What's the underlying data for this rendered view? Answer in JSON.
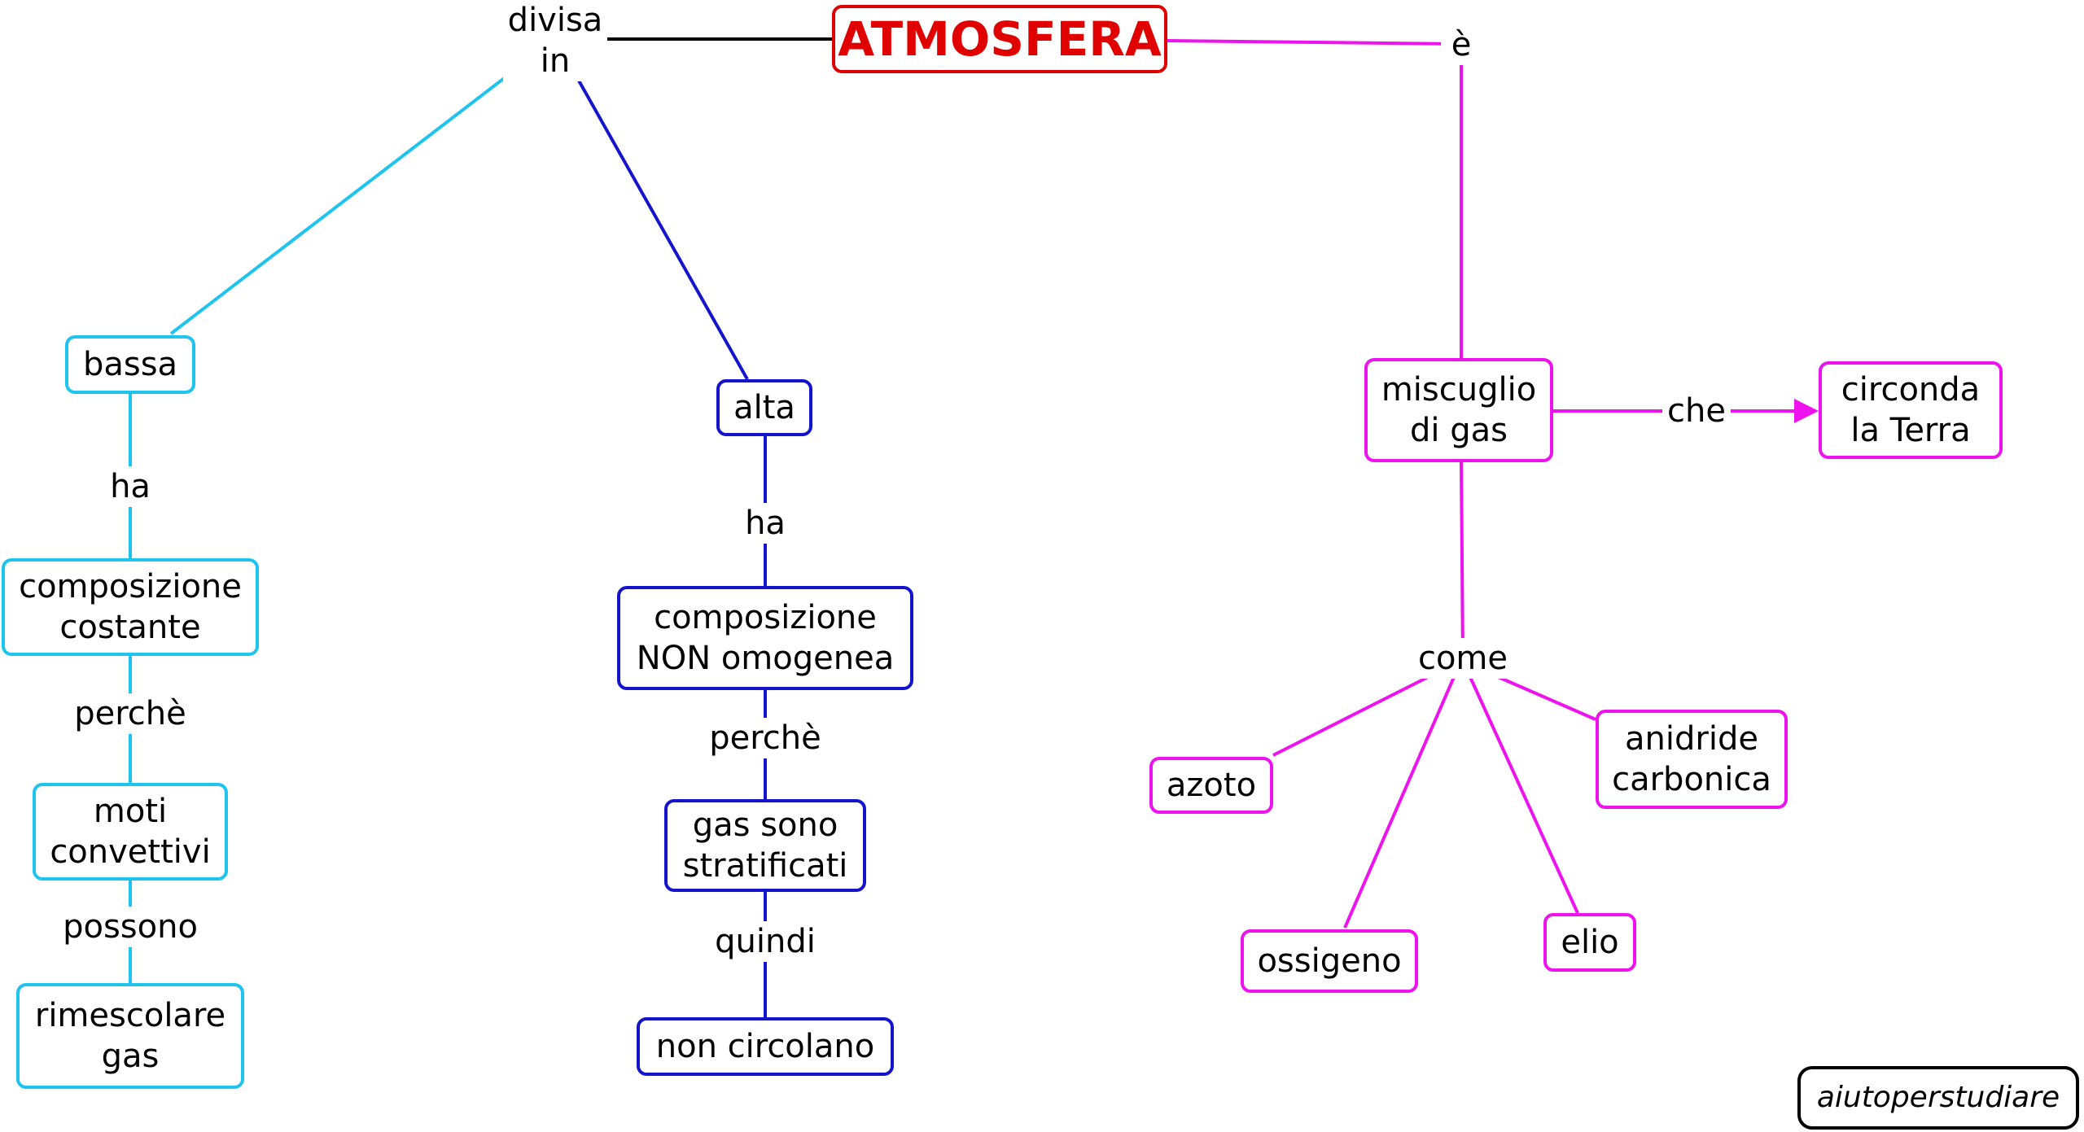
{
  "title": "ATMOSFERA",
  "colors": {
    "title": "#e00000",
    "bassa_branch": "#1ec4ee",
    "alta_branch": "#1414cc",
    "miscuglio_branch": "#ee12ee"
  },
  "links": {
    "divisa_in": "divisa\nin",
    "e": "è",
    "bassa_ha": "ha",
    "bassa_perche": "perchè",
    "possono": "possono",
    "alta_ha": "ha",
    "alta_perche": "perchè",
    "quindi": "quindi",
    "che": "che",
    "come": "come"
  },
  "nodes": {
    "bassa": "bassa",
    "composizione_costante": "composizione\ncostante",
    "moti_convettivi": "moti\nconvettivi",
    "rimescolare_gas": "rimescolare\ngas",
    "alta": "alta",
    "composizione_non_omogenea": "composizione\nNON omogenea",
    "gas_stratificati": "gas sono\nstratificati",
    "non_circolano": "non circolano",
    "miscuglio": "miscuglio\ndi gas",
    "circonda": "circonda\nla Terra",
    "azoto": "azoto",
    "ossigeno": "ossigeno",
    "elio": "elio",
    "anidride": "anidride\ncarbonica"
  },
  "credit": "aiutoperstudiare"
}
